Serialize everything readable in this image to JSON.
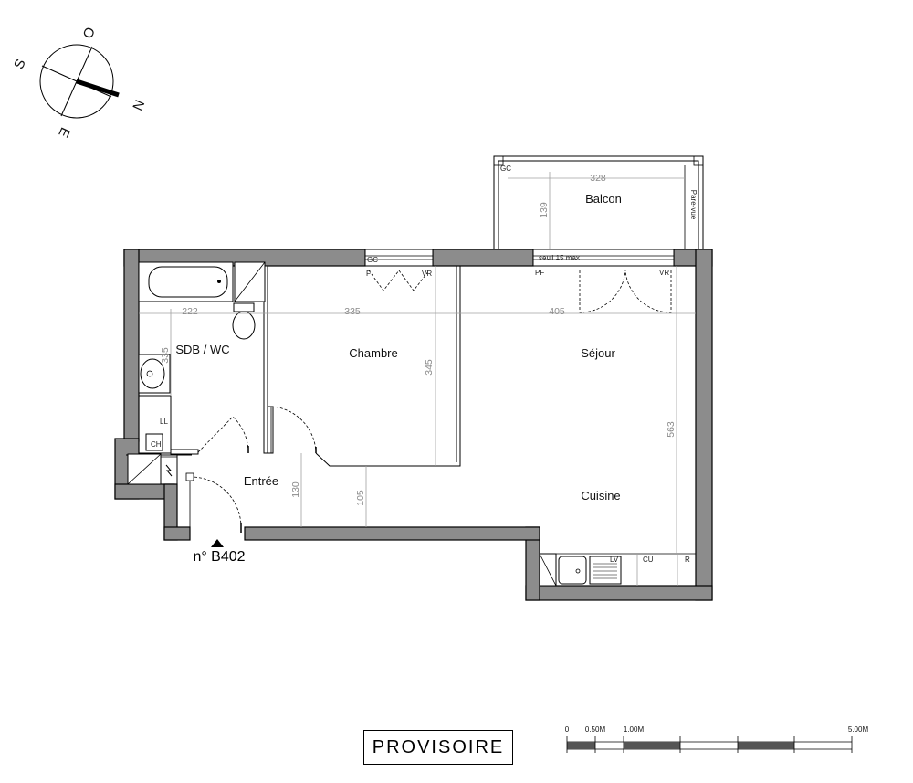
{
  "compass": {
    "north": "N",
    "south": "S",
    "east": "E",
    "west": "O"
  },
  "rooms": {
    "balcon": "Balcon",
    "chambre": "Chambre",
    "sejour": "Séjour",
    "sdb": "SDB / WC",
    "entree": "Entrée",
    "cuisine": "Cuisine"
  },
  "dimensions": {
    "balcon_width": "328",
    "balcon_depth": "139",
    "sdb_width": "222",
    "chambre_width": "335",
    "sejour_width": "405",
    "sdb_depth": "335",
    "chambre_depth": "345",
    "sejour_depth": "563",
    "entree_depth": "130",
    "corridor_depth": "105"
  },
  "tags": {
    "gc_balcon": "GC",
    "pare_vue": "Pare-vue",
    "seuil": "seuil 15 max",
    "gc_chambre": "GC",
    "f": "F",
    "vr_chambre": "VR",
    "pf": "PF",
    "vr_sejour": "VR",
    "ll": "LL",
    "ch": "CH",
    "lv": "LV",
    "cu": "CU",
    "r": "R"
  },
  "unit_number": "n° B402",
  "stamp": "PROVISOIRE",
  "scale": {
    "zero": "0",
    "half": "0.50M",
    "one": "1.00M",
    "five": "5.00M"
  }
}
